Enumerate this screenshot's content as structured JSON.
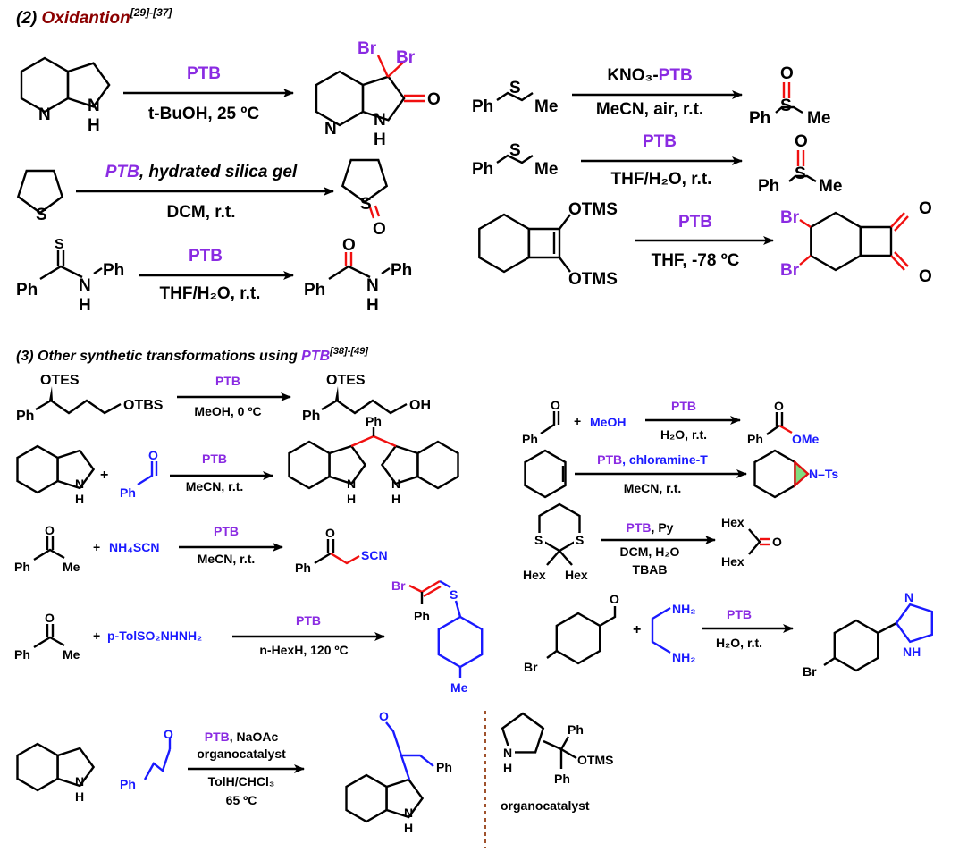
{
  "colors": {
    "ptb": "#8a2be2",
    "reagent_blue": "#1a1aff",
    "new_bond_red": "#e01010",
    "title_dark_red": "#8b0000",
    "ring_cyan": "#b8f4f4",
    "ring_pink": "#f5b8ee",
    "divider": "#a0522d"
  },
  "section2": {
    "prefix": "(2) ",
    "title": "Oxidantion",
    "refs": "[29]-[37]",
    "r1": {
      "reagent": "PTB",
      "conditions": "t-BuOH,  25 ºC",
      "n": "N",
      "nh_n": "N",
      "nh_h": "H",
      "p_n": "N",
      "p_nh_n": "N",
      "p_nh_h": "H",
      "br1": "Br",
      "br2": "Br",
      "o": "O"
    },
    "r2": {
      "reagent_ptb": "PTB",
      "reagent_rest": ", hydrated silica gel",
      "conditions": "DCM, r.t.",
      "s": "S",
      "p_s": "S",
      "p_o": "O"
    },
    "r3": {
      "reagent": "PTB",
      "conditions": "THF/H₂O, r.t.",
      "s": "S",
      "ph1": "Ph",
      "n": "N",
      "h": "H",
      "ph2": "Ph",
      "p_o": "O",
      "p_ph1": "Ph",
      "p_n": "N",
      "p_h": "H",
      "p_ph2": "Ph"
    },
    "r4": {
      "reagent_kno3": "KNO₃-",
      "reagent_ptb": "PTB",
      "conditions": "MeCN, air, r.t.",
      "ph": "Ph",
      "s": "S",
      "me": "Me",
      "p_o": "O",
      "p_ph": "Ph",
      "p_s": "S",
      "p_me": "Me"
    },
    "r5": {
      "reagent": "PTB",
      "conditions": "THF/H₂O, r.t.",
      "ph": "Ph",
      "s": "S",
      "me": "Me",
      "p_o": "O",
      "p_ph": "Ph",
      "p_s": "S",
      "p_me": "Me"
    },
    "r6": {
      "reagent": "PTB",
      "conditions": "THF,  -78 ºC",
      "otms1": "OTMS",
      "otms2": "OTMS",
      "br1": "Br",
      "br2": "Br",
      "o1": "O",
      "o2": "O"
    }
  },
  "section3": {
    "prefix": "(3) Other synthetic transformations using ",
    "ptb": "PTB",
    "refs": "[38]-[49]",
    "r7": {
      "reagent": "PTB",
      "conditions": "MeOH, 0 ºC",
      "otes": "OTES",
      "ph": "Ph",
      "otbs": "OTBS",
      "p_otes": "OTES",
      "p_ph": "Ph",
      "p_oh": "OH"
    },
    "r8": {
      "reagent": "PTB",
      "conditions": "MeCN, r.t.",
      "n": "N",
      "h": "H",
      "plus": "+",
      "ald_o": "O",
      "ald_ph": "Ph",
      "p_ph": "Ph",
      "p_n1": "N",
      "p_h1": "H",
      "p_n2": "N",
      "p_h2": "H"
    },
    "r9": {
      "reagent": "PTB",
      "conditions": "MeCN, r.t.",
      "o": "O",
      "ph": "Ph",
      "me": "Me",
      "plus": "+",
      "reactant2": "NH₄SCN",
      "p_o": "O",
      "p_ph": "Ph",
      "p_scn": "SCN"
    },
    "r10": {
      "reagent": "PTB",
      "conditions": "n-HexH, 120 ºC",
      "o": "O",
      "ph": "Ph",
      "me": "Me",
      "plus": "+",
      "reactant2": "p-TolSO₂NHNH₂",
      "p_br": "Br",
      "p_ph": "Ph",
      "p_s": "S",
      "p_me": "Me"
    },
    "r11": {
      "reagent": "PTB",
      "conditions": "H₂O, r.t.",
      "o": "O",
      "ph": "Ph",
      "plus": "+",
      "reactant2": "MeOH",
      "p_o": "O",
      "p_ph": "Ph",
      "p_ome": "OMe"
    },
    "r12": {
      "reagent_ptb": "PTB",
      "reagent_rest": ", chloramine-T",
      "conditions": "MeCN, r.t.",
      "p_nts": "N–Ts"
    },
    "r13": {
      "reagent_ptb": "PTB",
      "reagent_rest": ", Py",
      "conditions1": "DCM, H₂O",
      "conditions2": "TBAB",
      "s1": "S",
      "s2": "S",
      "hex1": "Hex",
      "hex2": "Hex",
      "p_hex1": "Hex",
      "p_hex2": "Hex",
      "p_o": "O"
    },
    "r14": {
      "reagent": "PTB",
      "conditions": "H₂O, r.t.",
      "br": "Br",
      "o": "O",
      "plus": "+",
      "nh2_1": "NH₂",
      "nh2_2": "NH₂",
      "p_br": "Br",
      "p_n": "N",
      "p_nh": "NH"
    },
    "r15": {
      "reagent_ptb": "PTB",
      "reagent_rest": ", NaOAc",
      "reagent2": "organocatalyst",
      "conditions1": "TolH/CHCl₃",
      "conditions2": "65 ºC",
      "n": "N",
      "h": "H",
      "ald_o": "O",
      "ald_ph": "Ph",
      "p_o": "O",
      "p_ph": "Ph",
      "p_n": "N",
      "p_h": "H"
    },
    "catalyst": {
      "n": "N",
      "h": "H",
      "ph1": "Ph",
      "ph2": "Ph",
      "otms": "OTMS",
      "label": "organocatalyst"
    }
  }
}
